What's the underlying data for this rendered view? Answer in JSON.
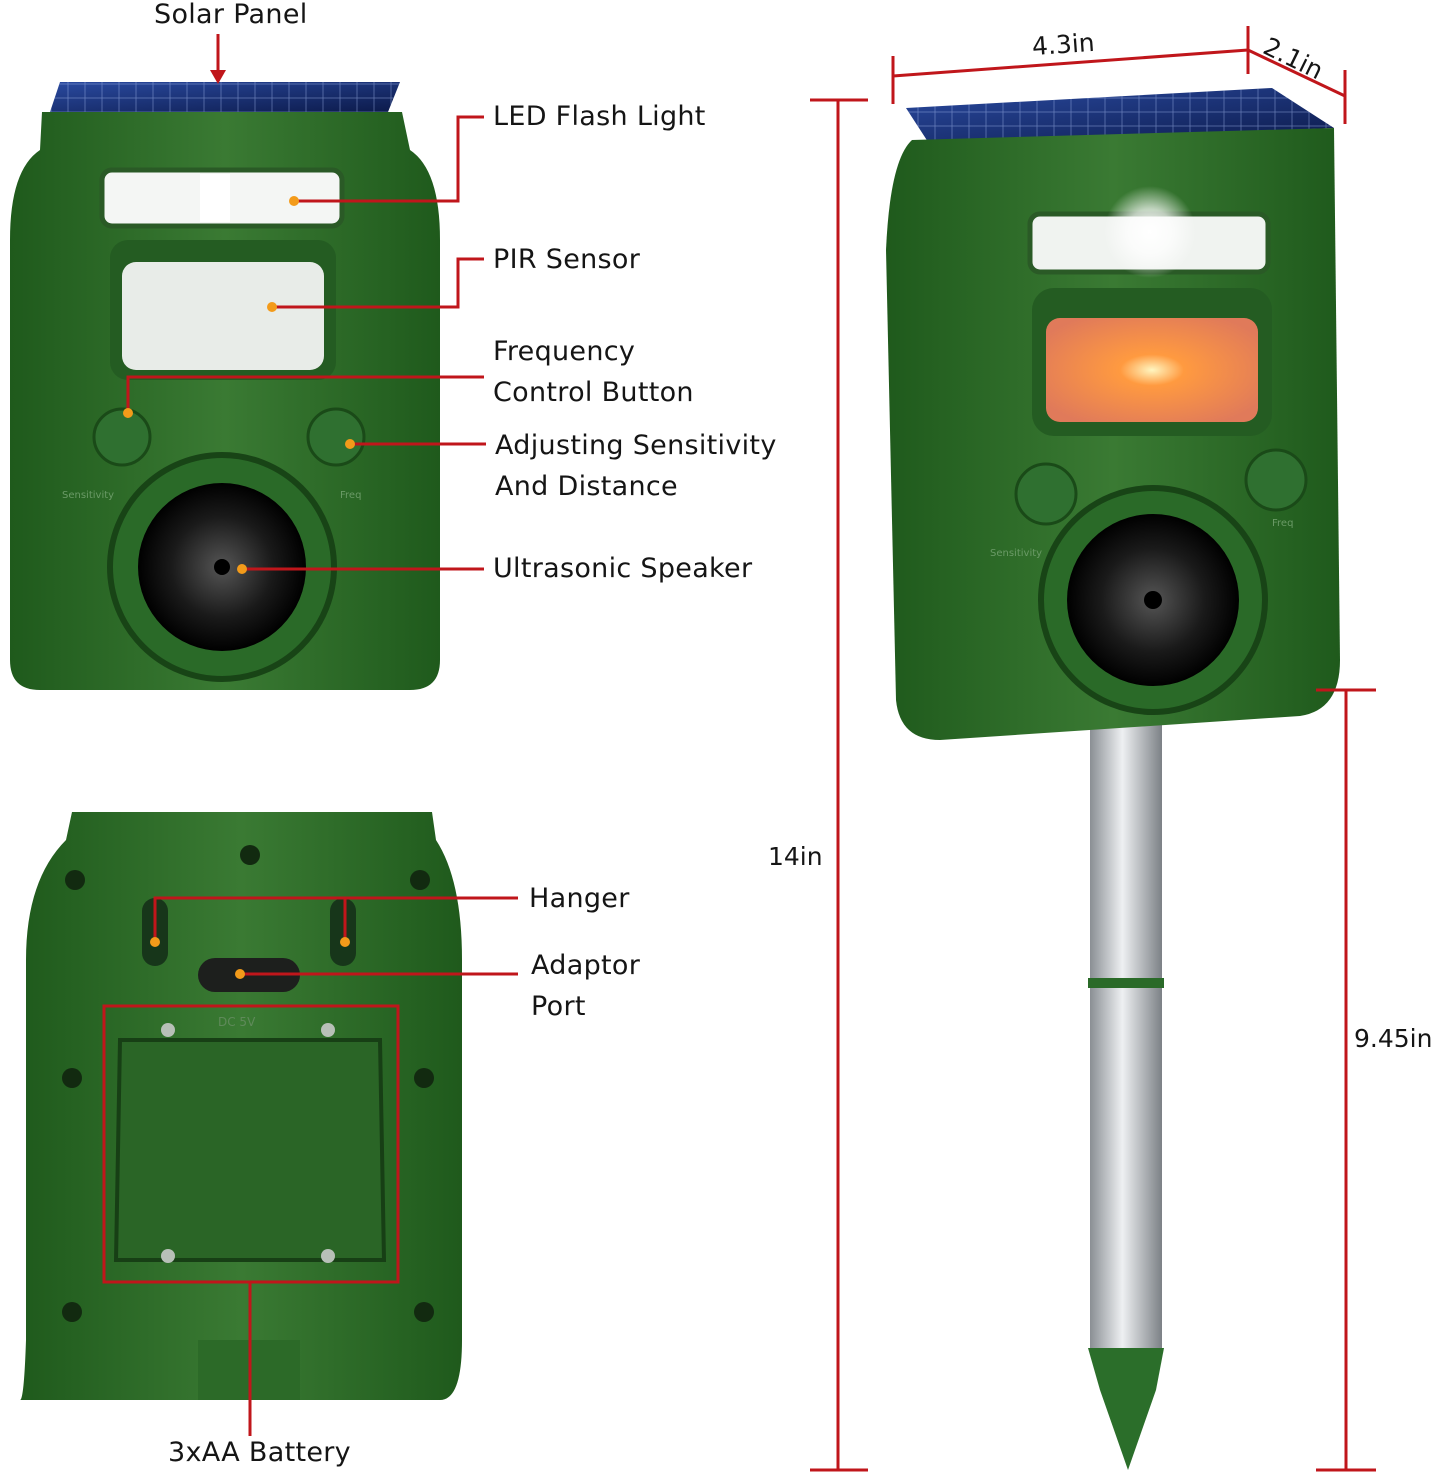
{
  "labels": {
    "solar_panel": "Solar Panel",
    "led_flash_light": "LED Flash Light",
    "pir_sensor": "PIR Sensor",
    "frequency_line1": "Frequency",
    "frequency_line2": "Control Button",
    "sensitivity_line1": "Adjusting Sensitivity",
    "sensitivity_line2": "And Distance",
    "ultrasonic_speaker": "Ultrasonic Speaker",
    "hanger": "Hanger",
    "adaptor_line1": "Adaptor",
    "adaptor_line2": "Port",
    "battery": "3xAA Battery"
  },
  "dimensions": {
    "width": "4.3in",
    "depth": "2.1in",
    "total_height": "14in",
    "stake_height": "9.45in"
  },
  "device_text": {
    "sensitivity": "Sensitivity",
    "freq": "Freq",
    "dc": "DC 5V"
  },
  "colors": {
    "body": "#2f6a2a",
    "body_dark": "#1f4d1c",
    "leader": "#c0161b",
    "dot": "#f39b1a",
    "solar": "#1a2f7a"
  }
}
